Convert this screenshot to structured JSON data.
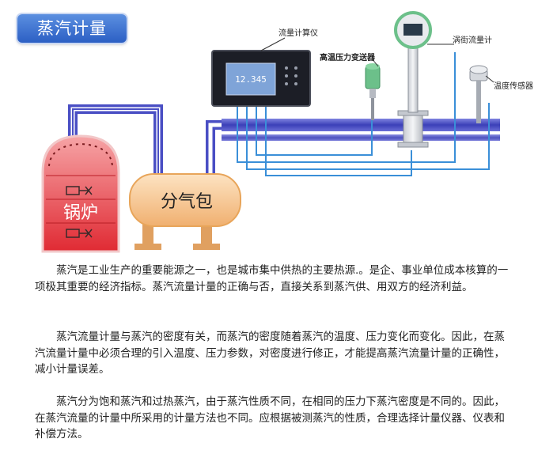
{
  "title": "蒸汽计量",
  "diagram": {
    "boiler_label": "锅炉",
    "header_label": "分气包",
    "flow_computer_label": "流量计算仪",
    "flow_computer_display": "12.345",
    "pressure_transmitter_label": "高温压力变送器",
    "vortex_flowmeter_label": "涡街流量计",
    "temperature_sensor_label": "温度传感器",
    "colors": {
      "pipe_blue": "#4a4fc4",
      "boiler_red": "#e4343c",
      "header_orange": "#f5c58a",
      "device_green": "#6cc08a"
    }
  },
  "paragraphs": [
    "蒸汽是工业生产的重要能源之一，也是城市集中供热的主要热源.。是企、事业单位成本核算的一项极其重要的经济指标。蒸汽流量计量的正确与否，直接关系到蒸汽供、用双方的经济利益。",
    "蒸汽流量计量与蒸汽的密度有关，而蒸汽的密度随着蒸汽的温度、压力变化而变化。因此，在蒸汽流量计量中必须合理的引入温度、压力参数，对密度进行修正，才能提高蒸汽流量计量的正确性，减小计量误差。",
    "蒸汽分为饱和蒸汽和过热蒸汽，由于蒸汽性质不同，在相同的压力下蒸汽密度是不同的。因此，在蒸汽流量的计量中所采用的计量方法也不同。应根据被测蒸汽的性质，合理选择计量仪器、仪表和补偿方法。"
  ]
}
